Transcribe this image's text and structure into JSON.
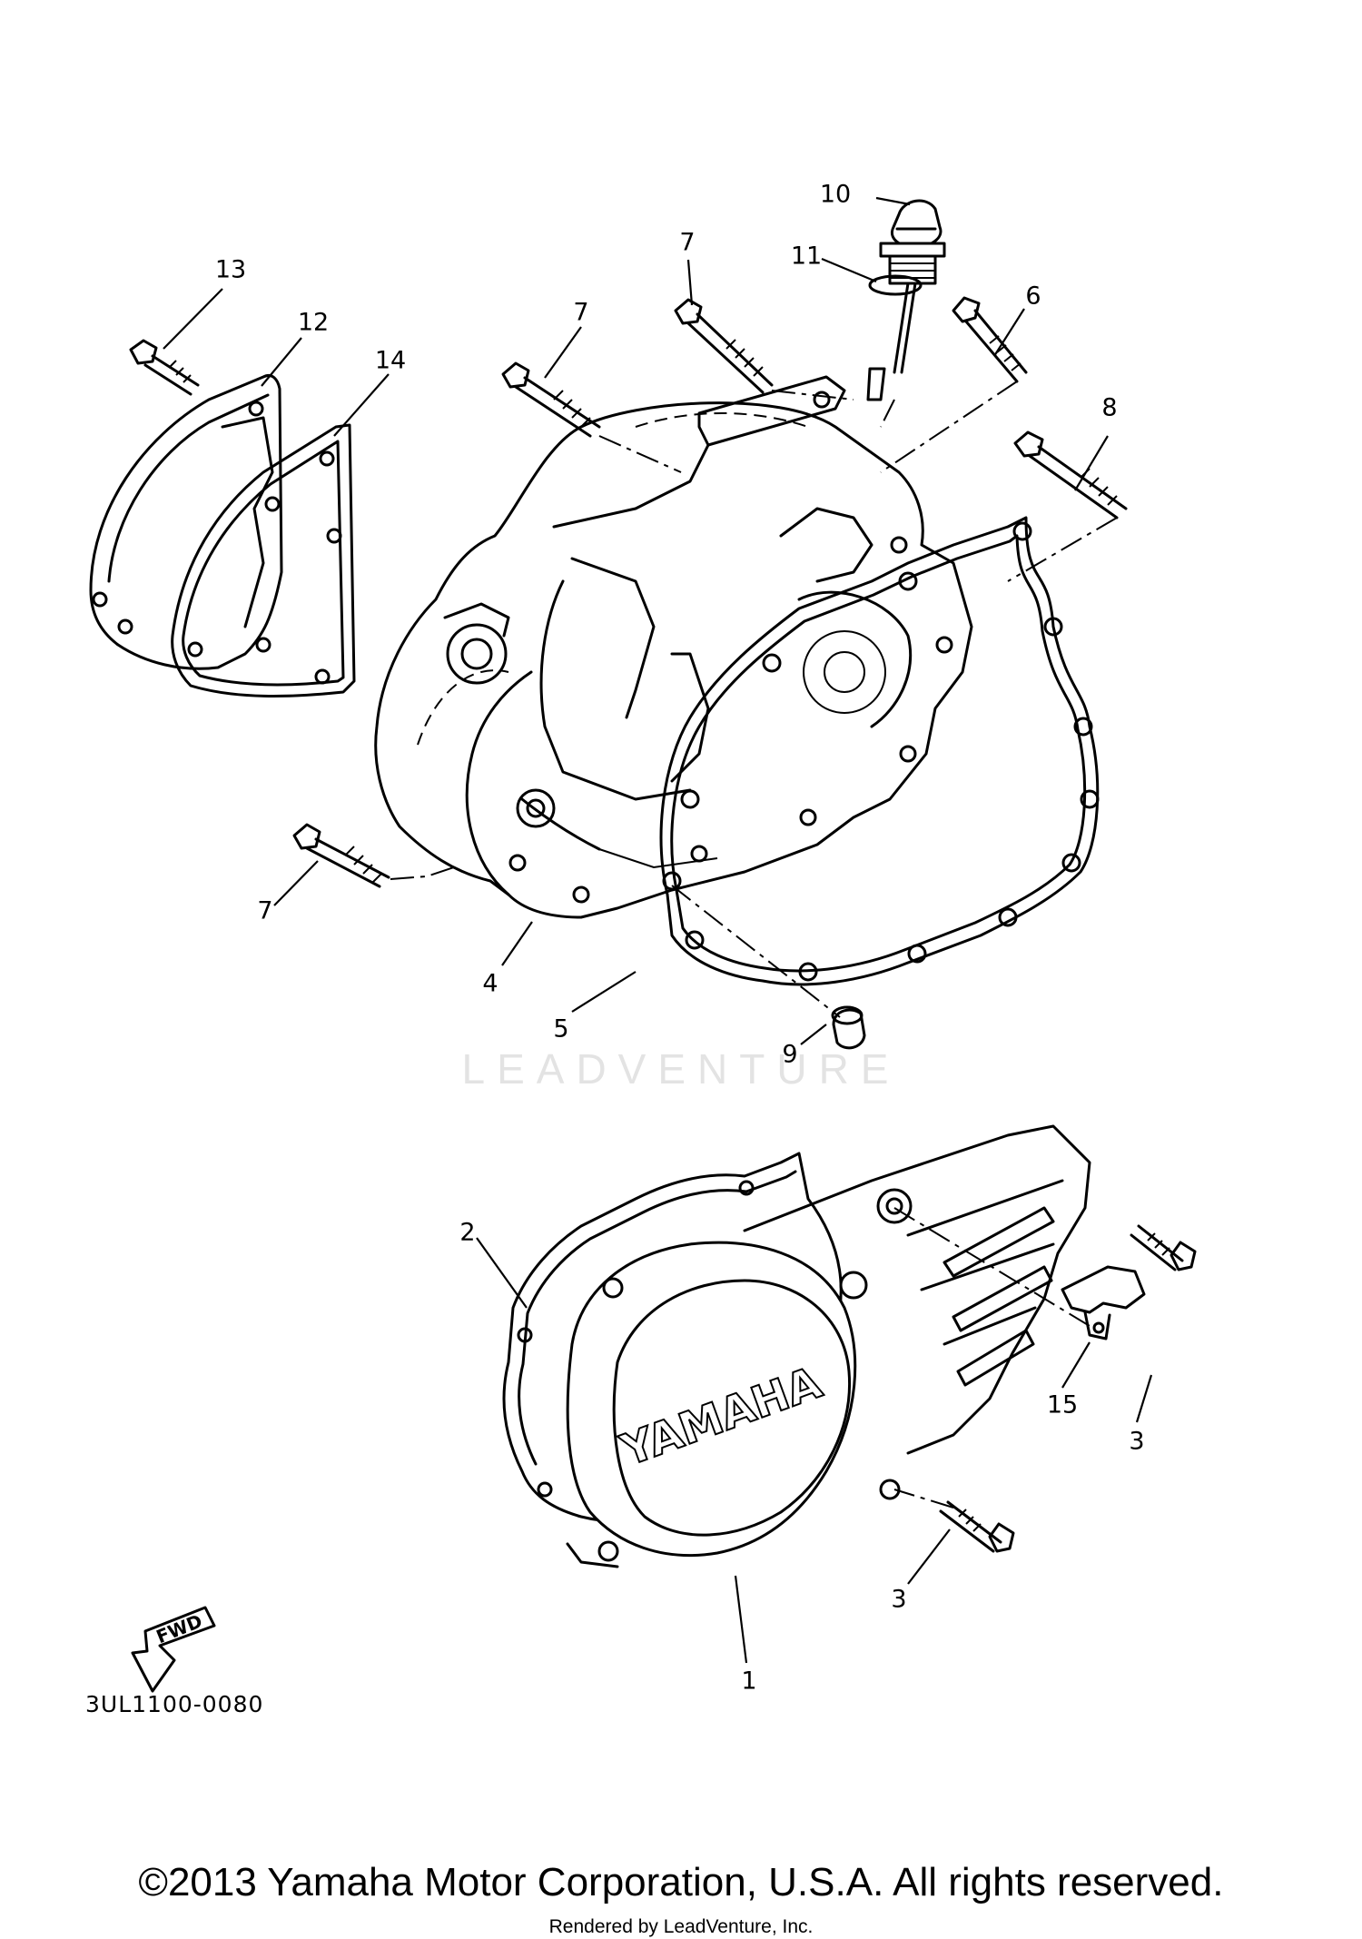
{
  "diagram": {
    "code": "3UL1100-0080",
    "fwd_label": "FWD",
    "brand_on_cover": "YAMAHA",
    "watermark": "LEADVENTURE",
    "callouts": [
      {
        "id": "c1",
        "label": "1"
      },
      {
        "id": "c2",
        "label": "2"
      },
      {
        "id": "c3a",
        "label": "3"
      },
      {
        "id": "c3b",
        "label": "3"
      },
      {
        "id": "c4",
        "label": "4"
      },
      {
        "id": "c5",
        "label": "5"
      },
      {
        "id": "c6",
        "label": "6"
      },
      {
        "id": "c7a",
        "label": "7"
      },
      {
        "id": "c7b",
        "label": "7"
      },
      {
        "id": "c7c",
        "label": "7"
      },
      {
        "id": "c8",
        "label": "8"
      },
      {
        "id": "c9",
        "label": "9"
      },
      {
        "id": "c10",
        "label": "10"
      },
      {
        "id": "c11",
        "label": "11"
      },
      {
        "id": "c12",
        "label": "12"
      },
      {
        "id": "c13",
        "label": "13"
      },
      {
        "id": "c14",
        "label": "14"
      },
      {
        "id": "c15",
        "label": "15"
      }
    ]
  },
  "footer": {
    "copyright": "©2013 Yamaha Motor Corporation, U.S.A. All rights reserved.",
    "rendered_by": "Rendered by LeadVenture, Inc."
  }
}
